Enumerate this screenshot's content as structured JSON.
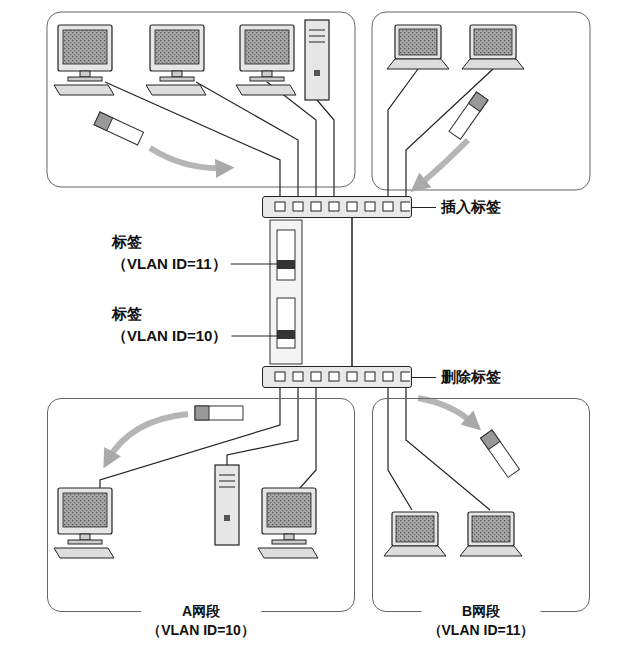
{
  "diagram": {
    "nodes": [
      {
        "text": [
          "插入标签"
        ]
      },
      {
        "text": [
          "删除标签"
        ]
      },
      {
        "text": [
          "A网段",
          "（VLAN ID=10）"
        ]
      },
      {
        "text": [
          "B网段",
          "（VLAN ID=11）"
        ]
      }
    ],
    "edges": [
      {
        "from": 0,
        "to": 1,
        "arrow": "none"
      }
    ],
    "labels": [
      "标签",
      "（VLAN ID=11）",
      "标签",
      "（VLAN ID=10）"
    ]
  }
}
